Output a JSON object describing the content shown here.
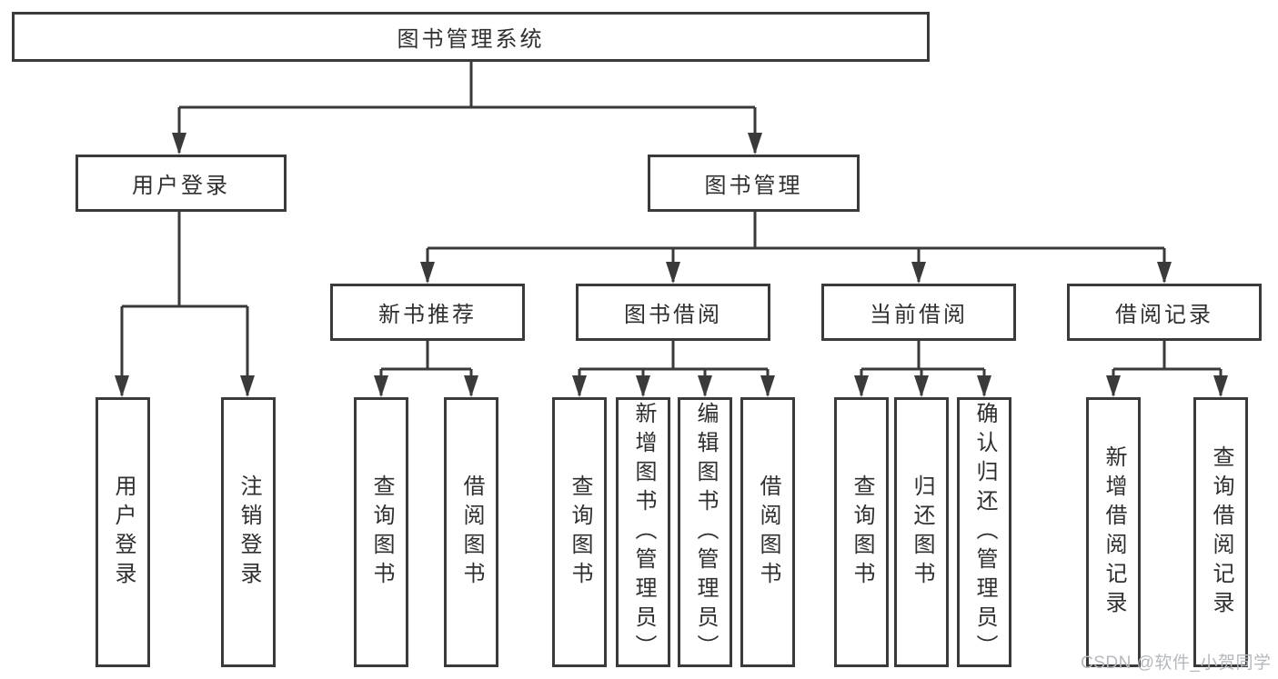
{
  "diagram": {
    "title": "图书管理系统",
    "branches": [
      {
        "label": "用户登录",
        "leaves": [
          "用户登录",
          "注销登录"
        ]
      },
      {
        "label": "图书管理",
        "groups": [
          {
            "label": "新书推荐",
            "leaves": [
              "查询图书",
              "借阅图书"
            ]
          },
          {
            "label": "图书借阅",
            "leaves": [
              "查询图书",
              "新增图书（管理员）",
              "编辑图书（管理员）",
              "借阅图书"
            ]
          },
          {
            "label": "当前借阅",
            "leaves": [
              "查询图书",
              "归还图书",
              "确认归还（管理员）"
            ]
          },
          {
            "label": "借阅记录",
            "leaves": [
              "新增借阅记录",
              "查询借阅记录"
            ]
          }
        ]
      }
    ]
  },
  "watermark": {
    "text": "CSDN @软件_小贺同学"
  },
  "colors": {
    "line": "#3a3a3a",
    "text": "#2f2f2f",
    "watermark": "#b5b8bc",
    "background": "#ffffff"
  }
}
